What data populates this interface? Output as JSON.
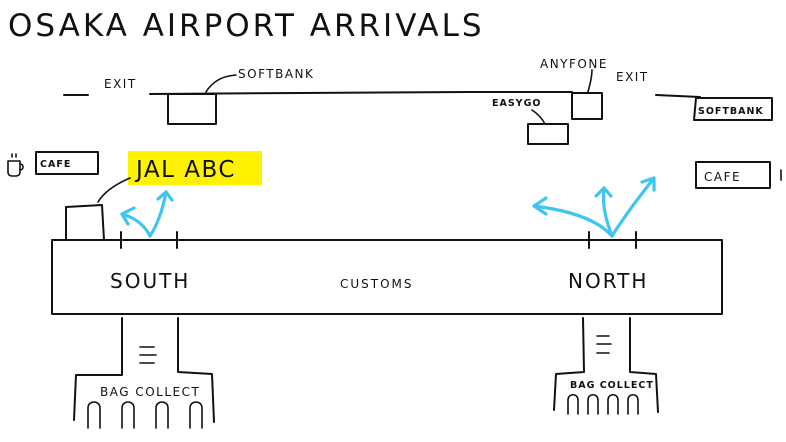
{
  "title": "OSAKA AIRPORT ARRIVALS",
  "labels": {
    "exit_left": "EXIT",
    "softbank_top": "SOFTBANK",
    "anyfone": "ANYFONE",
    "exit_right": "EXIT",
    "easygo": "EASYGO",
    "softbank_right": "SOFTBANK",
    "cafe_left": "CAFE",
    "cafe_right": "CAFE",
    "jal_abc": "JAL ABC",
    "south": "SOUTH",
    "customs": "CUSTOMS",
    "north": "NORTH",
    "bag_collect_left": "BAG COLLECT",
    "bag_collect_right": "BAG COLLECT"
  },
  "colors": {
    "ink": "#111111",
    "arrow": "#3ec6ee",
    "highlight": "#fff200"
  },
  "icons": {
    "cafe_left": "coffee-cup-icon"
  }
}
